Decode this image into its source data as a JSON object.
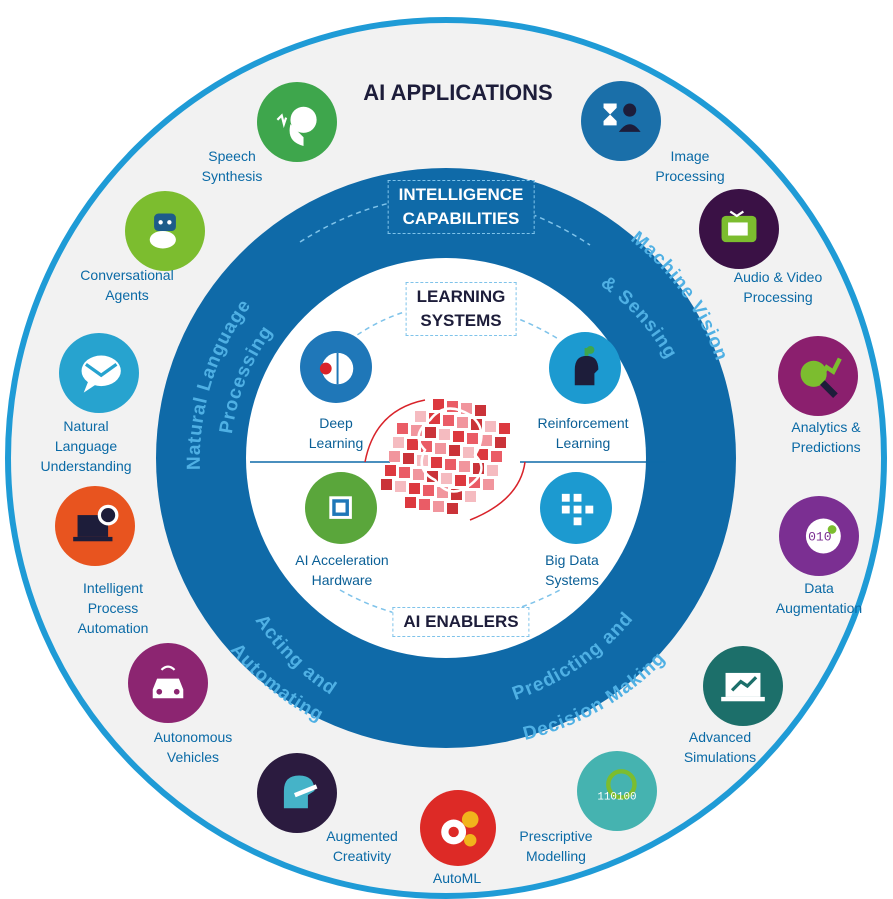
{
  "title": "AI APPLICATIONS",
  "ring_headers": {
    "intelligence": "INTELLIGENCE\nCAPABILITIES",
    "learning": "LEARNING\nSYSTEMS",
    "enablers": "AI ENABLERS"
  },
  "curved_labels": {
    "nlp_line1": "Natural Language",
    "nlp_line2": "Processing",
    "mv_line1": "Machine Vision",
    "mv_line2": "& Sensing",
    "aa_line1": "Acting and",
    "aa_line2": "Automating",
    "pd_line1": "Predicting and",
    "pd_line2": "Decision Making"
  },
  "applications": [
    {
      "label": "Speech\nSynthesis",
      "color": "#3ea64c",
      "icon": "speech-head-icon"
    },
    {
      "label": "Image\nProcessing",
      "color": "#1a6fa9",
      "icon": "hourglass-person-icon"
    },
    {
      "label": "Conversational\nAgents",
      "color": "#7cbd2f",
      "icon": "robot-chat-icon"
    },
    {
      "label": "Audio & Video\nProcessing",
      "color": "#3a1145",
      "icon": "retro-tv-icon"
    },
    {
      "label": "Natural\nLanguage\nUnderstanding",
      "color": "#27a3cf",
      "icon": "speech-bubble-icon"
    },
    {
      "label": "Analytics &\nPredictions",
      "color": "#8b1f6e",
      "icon": "magnifier-chart-icon"
    },
    {
      "label": "Intelligent\nProcess\nAutomation",
      "color": "#e8541f",
      "icon": "laptop-gear-icon"
    },
    {
      "label": "Data\nAugmentation",
      "color": "#7b2f92",
      "icon": "binary-head-icon"
    },
    {
      "label": "Autonomous\nVehicles",
      "color": "#8c2571",
      "icon": "car-wifi-icon"
    },
    {
      "label": "Advanced\nSimulations",
      "color": "#1c6f6a",
      "icon": "laptop-chart-icon"
    },
    {
      "label": "Augmented\nCreativity",
      "color": "#2b1b3f",
      "icon": "head-brush-icon"
    },
    {
      "label": "Prescriptive\nModelling",
      "color": "#45b3b0",
      "icon": "binary-magnifier-icon"
    },
    {
      "label": "AutoML",
      "color": "#dd2a26",
      "icon": "gears-icon"
    }
  ],
  "inner_items": [
    {
      "label": "Deep\nLearning",
      "color": "#1f77b8",
      "icon": "brain-gear-icon"
    },
    {
      "label": "Reinforcement\nLearning",
      "color": "#1c9ad0",
      "icon": "head-plant-icon"
    },
    {
      "label": "AI Acceleration\nHardware",
      "color": "#5aa63b",
      "icon": "chip-icon"
    },
    {
      "label": "Big Data\nSystems",
      "color": "#1c9ad0",
      "icon": "data-blocks-icon"
    }
  ],
  "colors": {
    "outer_ring_bg": "#f2f2f2",
    "outer_ring_border": "#1f9bd6",
    "middle_ring": "#0f6aa8",
    "inner_circle": "#ffffff",
    "accent_red": "#d8232a"
  }
}
